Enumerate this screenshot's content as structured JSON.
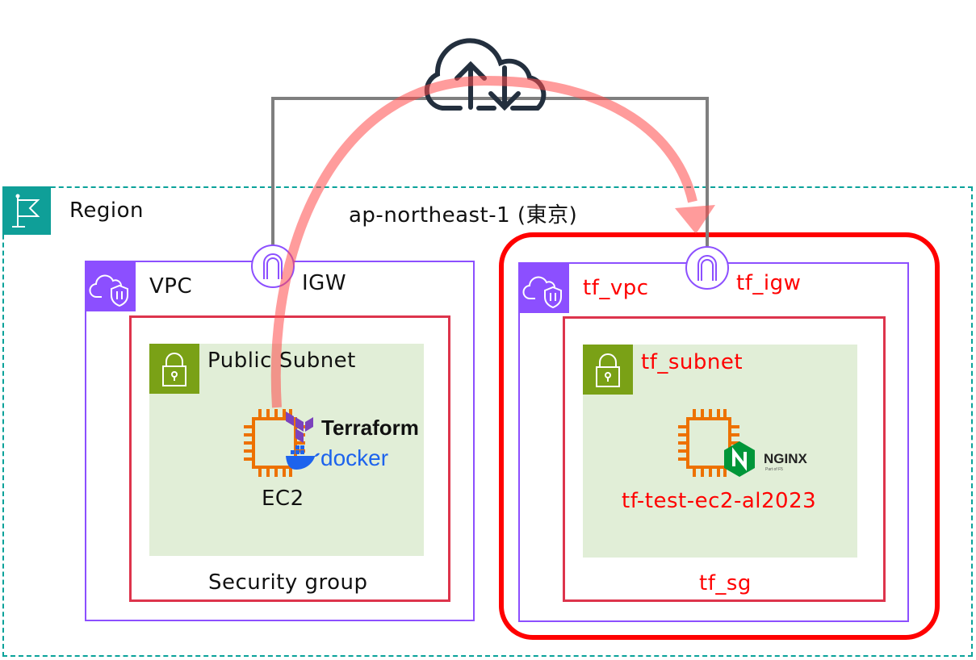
{
  "region": {
    "label": "Region",
    "name": "ap-northeast-1 (東京)",
    "icon": "flag-icon",
    "color": "#0f9f98"
  },
  "internet": {
    "icon": "cloud-upload-download-icon"
  },
  "left": {
    "vpc_label": "VPC",
    "igw_label": "IGW",
    "subnet_label": "Public Subnet",
    "ec2_label": "EC2",
    "sg_label": "Security group",
    "logos": {
      "terraform": "Terraform",
      "docker": "docker"
    }
  },
  "right": {
    "vpc_label": "tf_vpc",
    "igw_label": "tf_igw",
    "subnet_label": "tf_subnet",
    "ec2_label": "tf-test-ec2-al2023",
    "sg_label": "tf_sg",
    "logos": {
      "nginx": "NGINX",
      "nginx_sub": "Part of F5"
    }
  },
  "colors": {
    "vpc": "#8c4fff",
    "security_group": "#dd344c",
    "subnet_bg": "#e1eed7",
    "subnet_icon": "#7aa116",
    "ec2": "#ed7100",
    "highlight": "#ff0000",
    "arrow": "#ff9e9e",
    "connector": "#7f7f7f"
  }
}
